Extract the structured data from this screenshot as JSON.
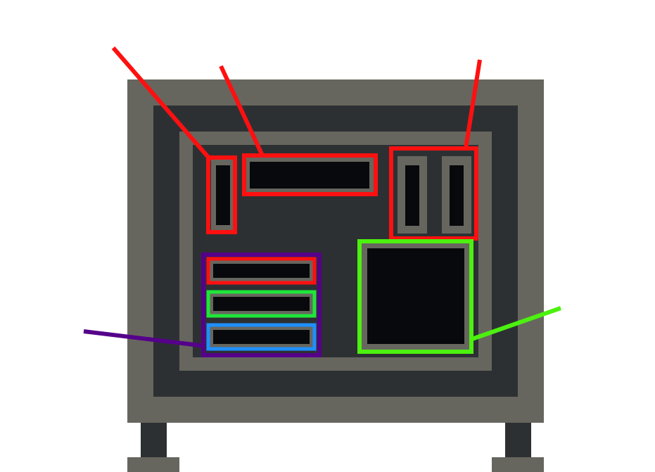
{
  "colors": {
    "background": "#ffffff",
    "cabinet_frame": "#67665e",
    "cabinet_inner": "#2d3033",
    "slot_border": "#67665e",
    "slot_fill": "#07090c",
    "legs": "#2d3033",
    "highlight_red": "#ff1010",
    "highlight_purple": "#55008a",
    "highlight_green": "#1fe63a",
    "highlight_blue": "#1e90ff",
    "highlight_lime": "#4cf10f"
  },
  "callouts": [
    {
      "name": "callout-narrow-slot",
      "color": "red"
    },
    {
      "name": "callout-wide-slot",
      "color": "red"
    },
    {
      "name": "callout-twin-slots",
      "color": "red"
    },
    {
      "name": "callout-drawer-stack",
      "color": "purple"
    },
    {
      "name": "callout-large-compartment",
      "color": "lime"
    }
  ]
}
